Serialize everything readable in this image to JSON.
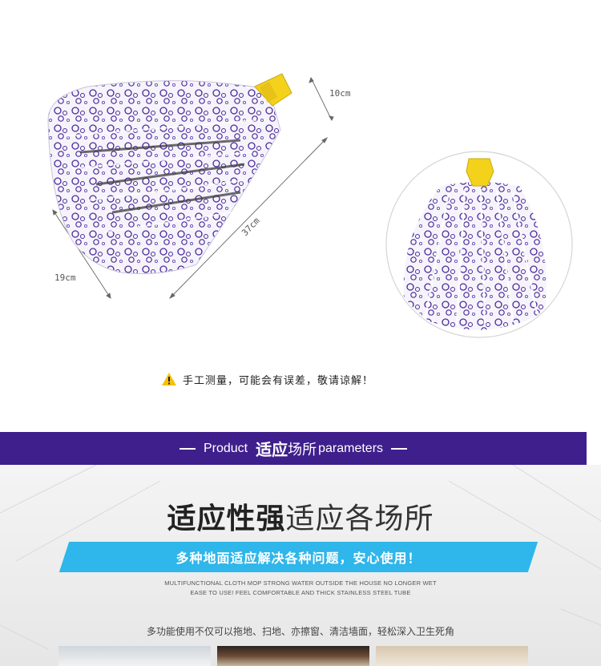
{
  "dimensions": {
    "height": "10cm",
    "length": "37cm",
    "width": "19cm"
  },
  "notice": {
    "icon": "warning-icon",
    "text": "手工测量，可能会有误差，敬请谅解！"
  },
  "section_band": {
    "prefix": "Product",
    "highlight": "适应",
    "middle": "场所",
    "suffix": "parameters"
  },
  "feature": {
    "headline_bold": "适应性强",
    "headline_light": "适应各场所",
    "banner": "多种地面适应解决各种问题，安心使用！",
    "fine_line_1": "MULTIFUNCTIONAL CLOTH MOP STRONG WATER OUTSIDE THE HOUSE NO LONGER WET",
    "fine_line_2": "EASE TO USE! FEEL COMFORTABLE AND THICK STAINLESS STEEL TUBE",
    "description": "多功能使用不仅可以拖地、扫地、亦擦窗、清洁墙面，轻松深入卫生死角"
  },
  "colors": {
    "band_purple": "#3f1f8c",
    "banner_blue": "#2fb6ea",
    "mop_yellow": "#f4d21c",
    "print_purple": "#4b2a9a"
  }
}
